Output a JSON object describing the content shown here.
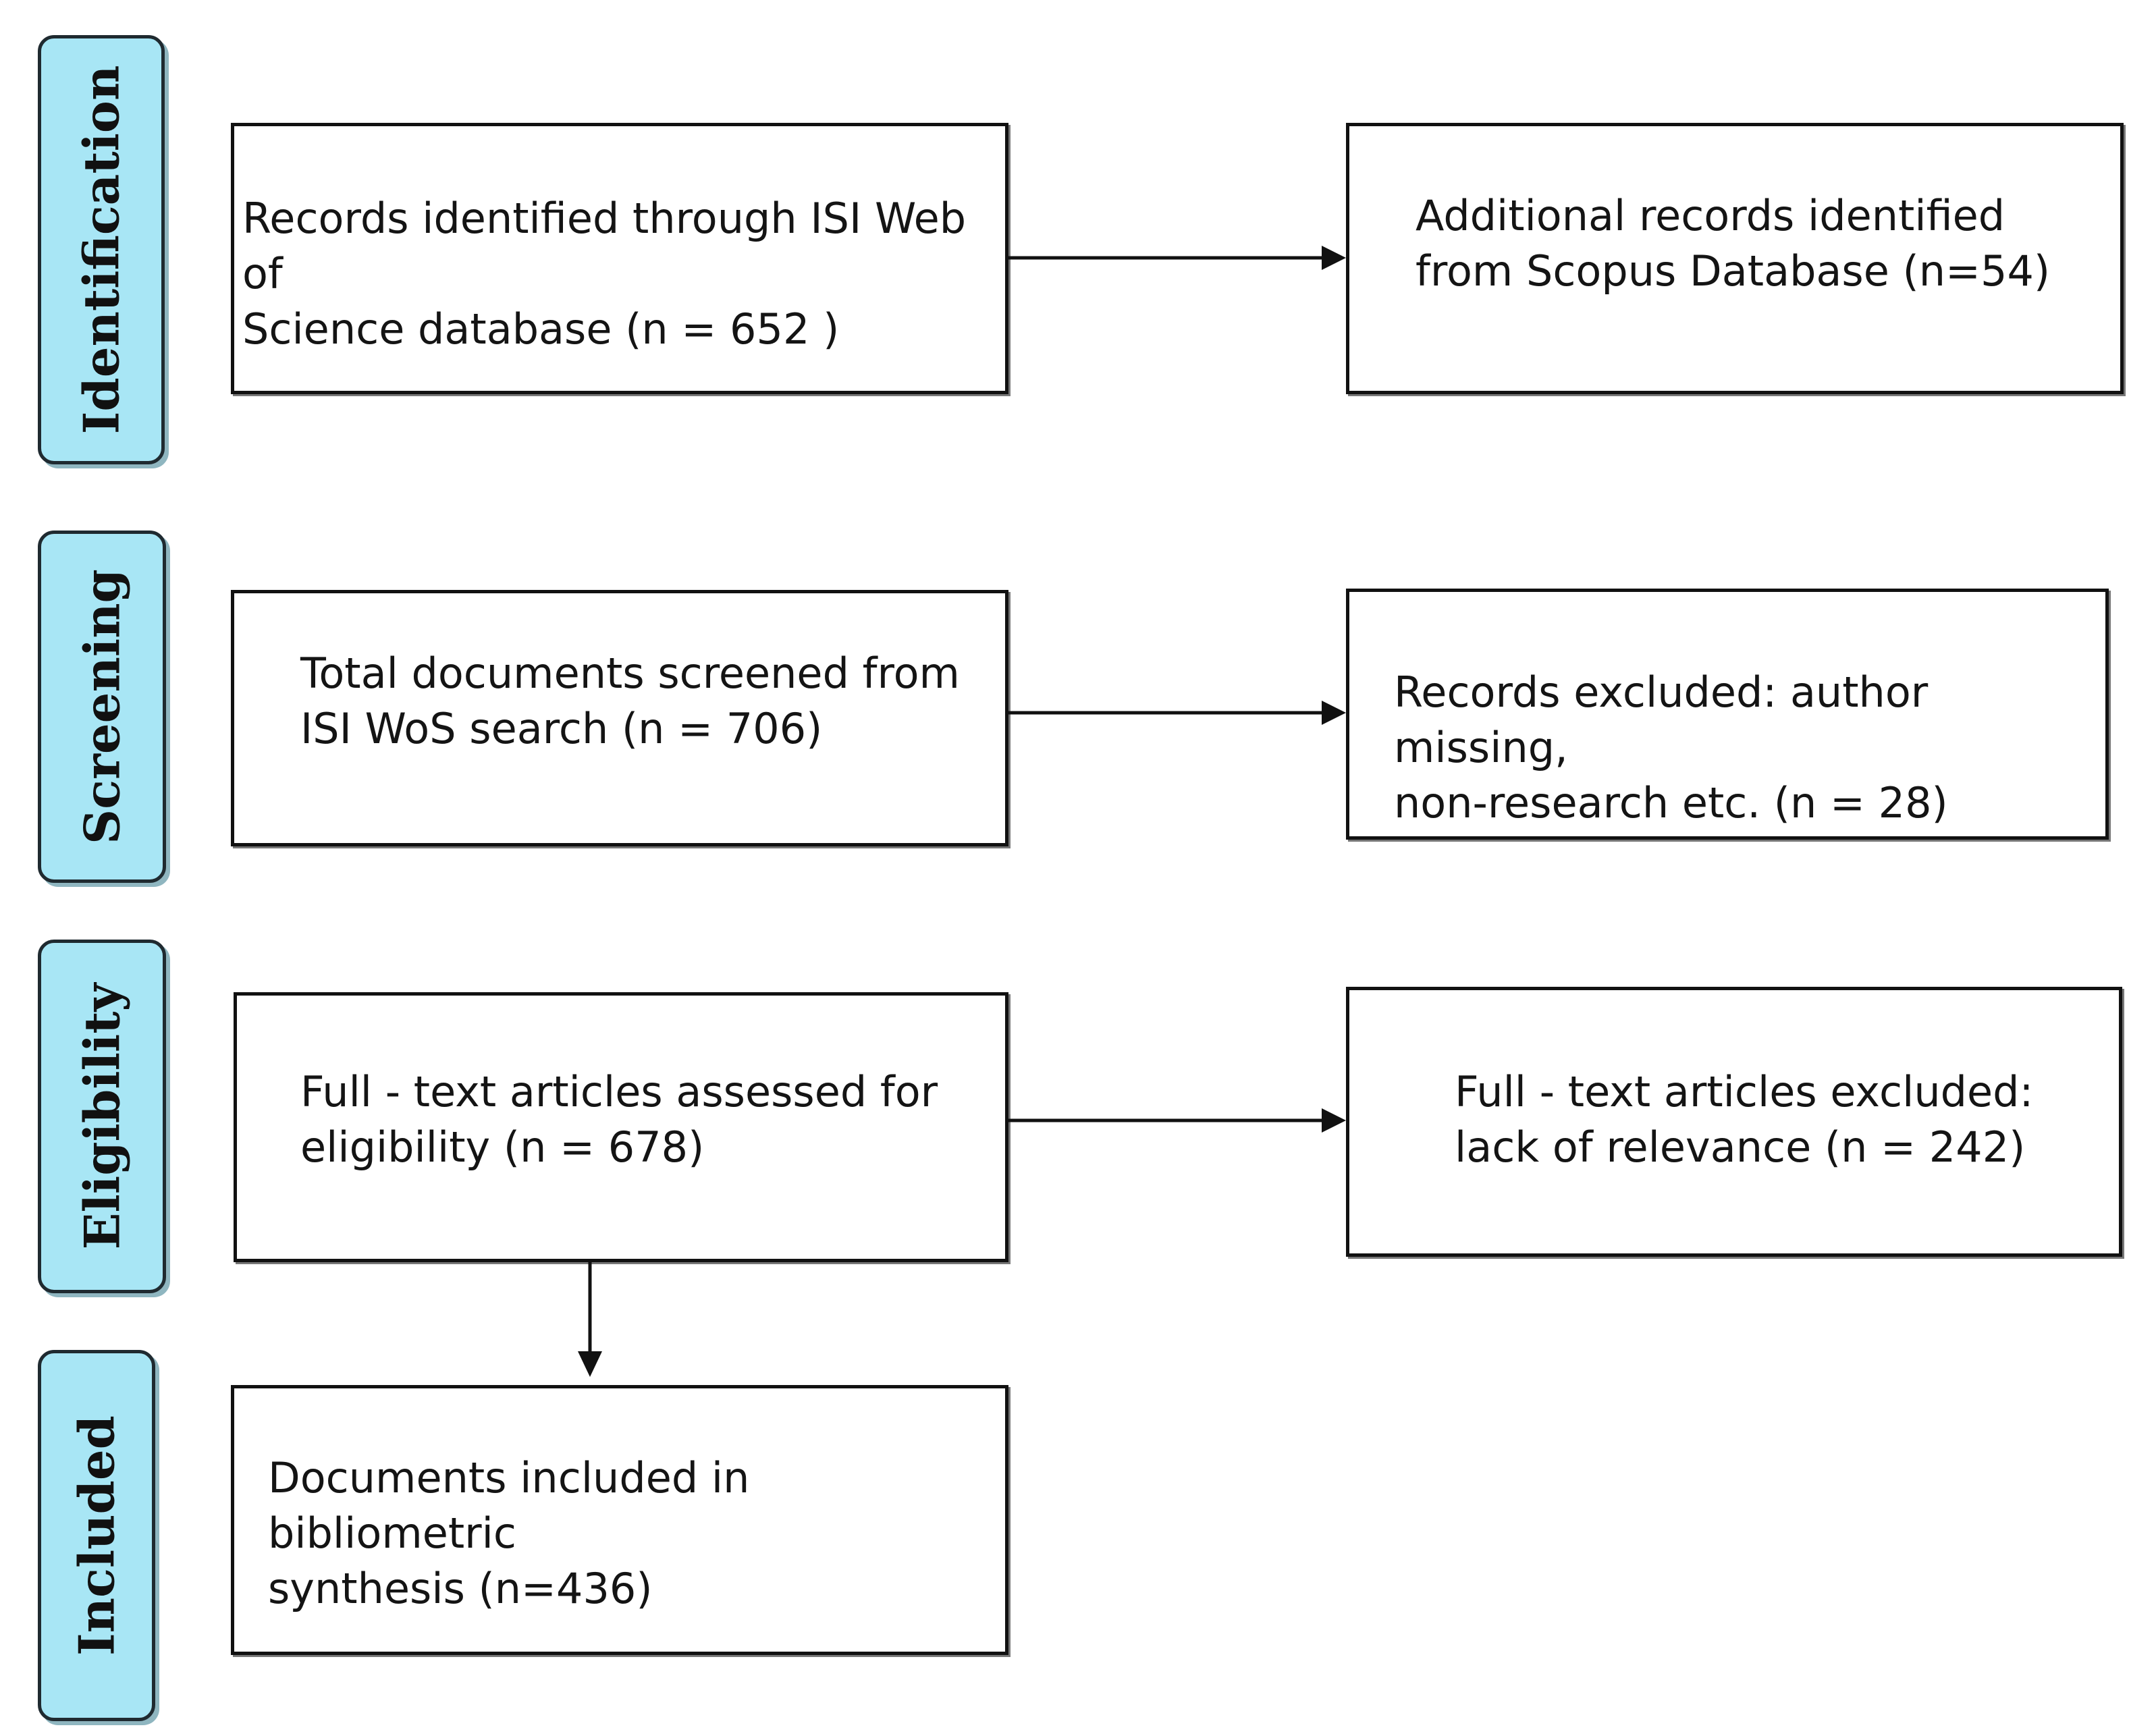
{
  "stages": {
    "identification": "Identification",
    "screening": "Screening",
    "eligibility": "Eligibility",
    "included": "Included"
  },
  "boxes": {
    "identified_wos": "Records identified through ISI Web of\nScience database (n = 652 )",
    "additional_scopus": "Additional records identified\nfrom Scopus Database (n=54)",
    "screened": "Total documents screened from\nISI WoS search (n = 706)",
    "excluded_screening": "Records excluded: author missing,\nnon-research etc. (n = 28)",
    "assessed_eligibility": "Full - text articles assessed for\neligibility (n = 678)",
    "excluded_eligibility": "Full - text articles excluded:\nlack of relevance (n = 242)",
    "included": "Documents included in bibliometric\nsynthesis (n=436)"
  },
  "colors": {
    "stage_fill": "#a8e6f5",
    "border": "#111111"
  }
}
